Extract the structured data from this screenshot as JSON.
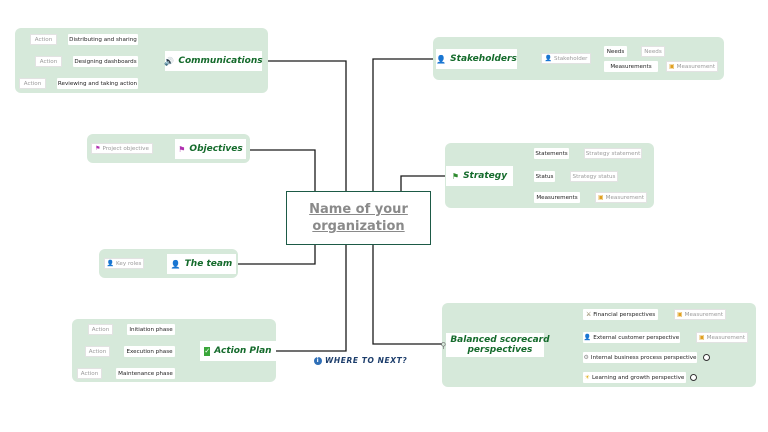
{
  "center": {
    "line1": "Name of your",
    "line2": "organization"
  },
  "where_next": "WHERE TO NEXT?",
  "communications": {
    "title": "Communications",
    "items": [
      {
        "tag": "Action",
        "label": "Distributing and sharing"
      },
      {
        "tag": "Action",
        "label": "Designing dashboards"
      },
      {
        "tag": "Action",
        "label": "Reviewing and taking action"
      }
    ]
  },
  "objectives": {
    "title": "Objectives",
    "tag": "Project objective"
  },
  "team": {
    "title": "The team",
    "tag": "Key roles"
  },
  "action_plan": {
    "title": "Action Plan",
    "items": [
      {
        "tag": "Action",
        "label": "Initiation phase"
      },
      {
        "tag": "Action",
        "label": "Execution phase"
      },
      {
        "tag": "Action",
        "label": "Maintenance phase"
      }
    ]
  },
  "stakeholders": {
    "title": "Stakeholders",
    "tag": "Stakeholder",
    "items": [
      {
        "label": "Needs",
        "tag": "Needs"
      },
      {
        "label": "Measurements",
        "tag": "Measurement"
      }
    ]
  },
  "strategy": {
    "title": "Strategy",
    "items": [
      {
        "label": "Statements",
        "tag": "Strategy statement"
      },
      {
        "label": "Status",
        "tag": "Strategy status"
      },
      {
        "label": "Measurements",
        "tag": "Measurement"
      }
    ]
  },
  "balanced": {
    "title_line1": "Balanced scorecard",
    "title_line2": "perspectives",
    "items": [
      {
        "label": "Financial perspectives",
        "tag": "Measurement"
      },
      {
        "label": "External customer perspective",
        "tag": "Measurement"
      },
      {
        "label": "Internal business process perspective"
      },
      {
        "label": "Learning and growth perspective"
      }
    ]
  }
}
